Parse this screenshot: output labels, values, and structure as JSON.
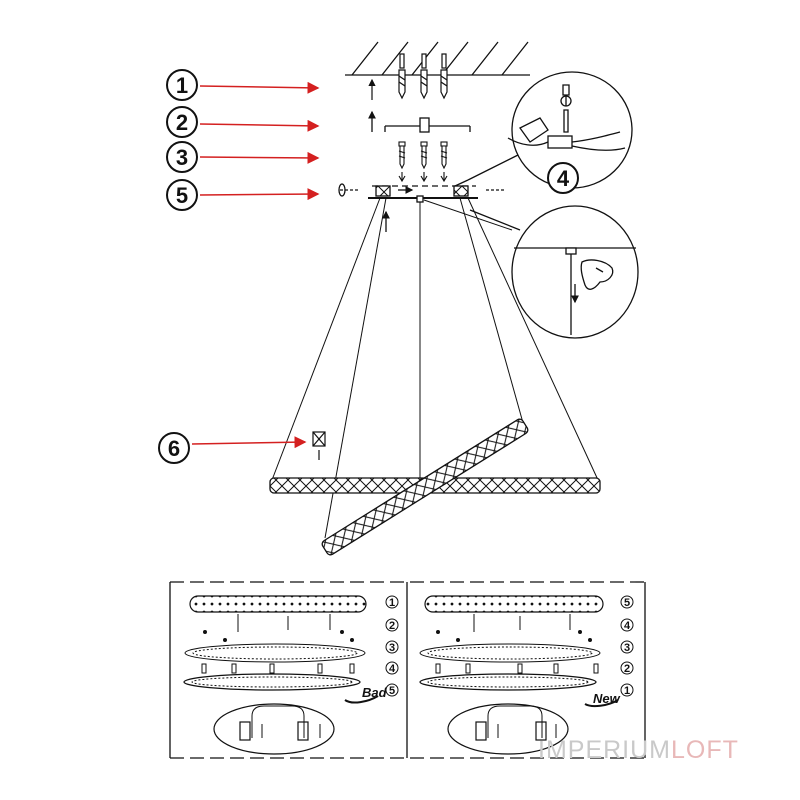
{
  "colors": {
    "line": "#111111",
    "arrow": "#d42020",
    "watermark_main": "#c9c9c9",
    "watermark_accent": "#e8b8b8"
  },
  "callouts": [
    {
      "id": "1",
      "label": "1"
    },
    {
      "id": "2",
      "label": "2"
    },
    {
      "id": "3",
      "label": "3"
    },
    {
      "id": "5",
      "label": "5"
    },
    {
      "id": "6",
      "label": "6"
    }
  ],
  "detail_callout": {
    "label": "4"
  },
  "assembly_panels": {
    "bad": {
      "label": "Bad",
      "steps": [
        "1",
        "2",
        "3",
        "4",
        "5"
      ]
    },
    "new": {
      "label": "New",
      "steps": [
        "5",
        "4",
        "3",
        "2",
        "1"
      ]
    }
  },
  "watermark": {
    "part1": "IMPERIUM",
    "part2": "LOFT"
  }
}
